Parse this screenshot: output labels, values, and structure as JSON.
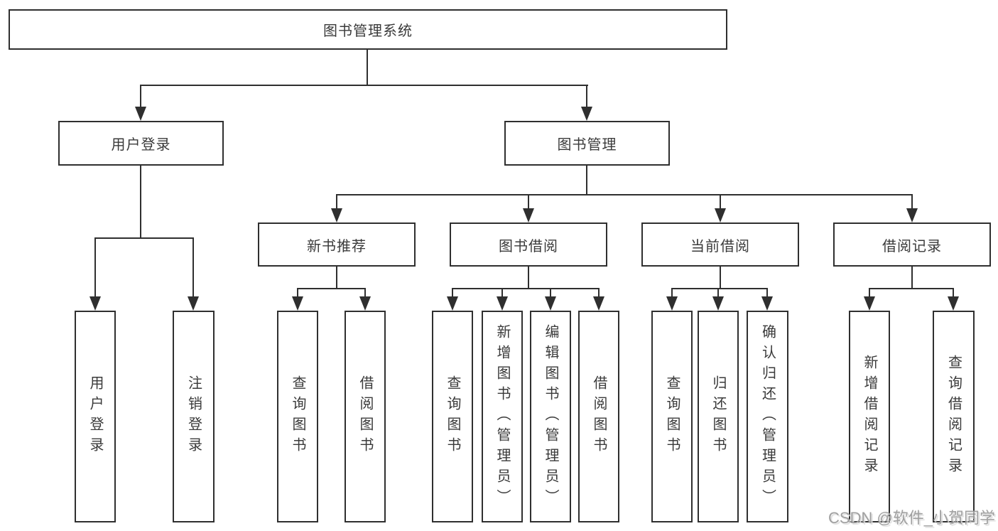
{
  "tree": {
    "root": "图书管理系统",
    "l2": [
      {
        "label": "用户登录",
        "children": [
          "用户登录",
          "注销登录"
        ]
      },
      {
        "label": "图书管理"
      }
    ],
    "l3": [
      {
        "label": "新书推荐",
        "children": [
          "查询图书",
          "借阅图书"
        ]
      },
      {
        "label": "图书借阅",
        "children": [
          "查询图书",
          "新增图书（管理员）",
          "编辑图书（管理员）",
          "借阅图书"
        ]
      },
      {
        "label": "当前借阅",
        "children": [
          "查询图书",
          "归还图书",
          "确认归还（管理员）"
        ]
      },
      {
        "label": "借阅记录",
        "children": [
          "新增借阅记录",
          "查询借阅记录"
        ]
      }
    ]
  },
  "watermark": "CSDN @软件_小贺同学"
}
